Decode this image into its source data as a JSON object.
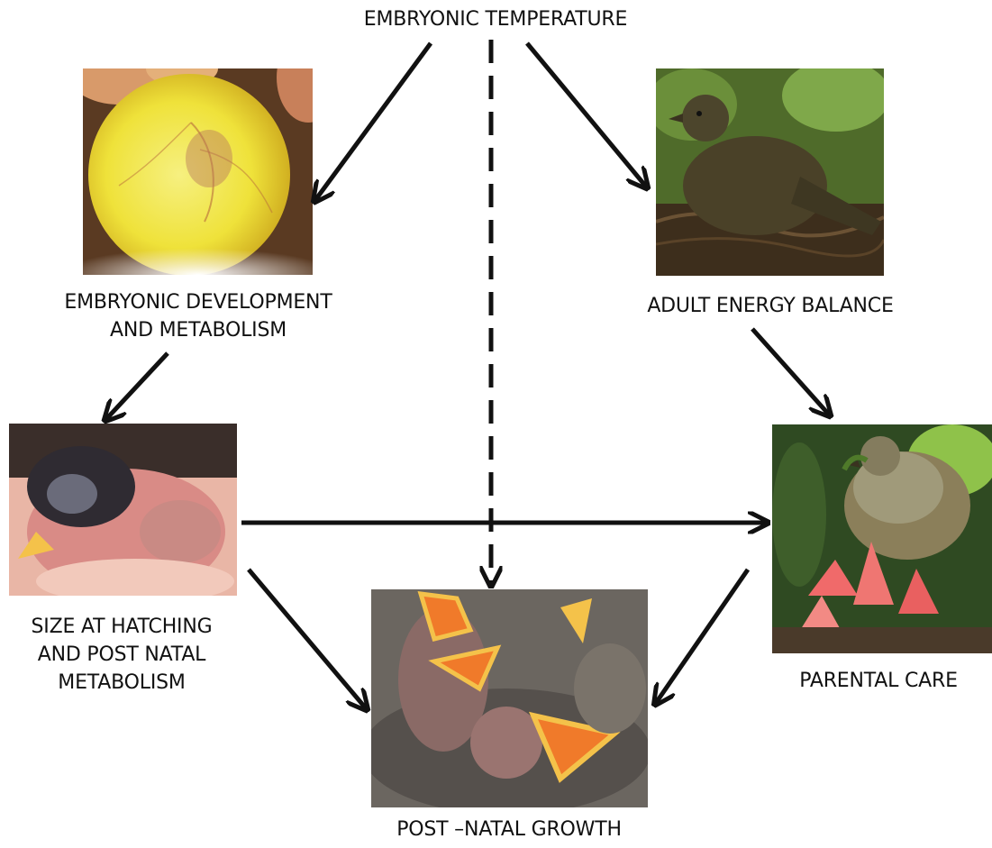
{
  "labels": {
    "top": "EMBRYONIC TEMPERATURE",
    "embryonic_line1": "EMBRYONIC DEVELOPMENT",
    "embryonic_line2": "AND METABOLISM",
    "adult": "ADULT ENERGY BALANCE",
    "size_line1": "SIZE AT HATCHING",
    "size_line2": "AND POST NATAL",
    "size_line3": "METABOLISM",
    "parental": "PARENTAL CARE",
    "growth": "POST –NATAL GROWTH"
  },
  "photos": {
    "egg": "egg-embryo-photo",
    "adult": "adult-bird-on-nest-photo",
    "hatchling": "hatchling-in-hand-photo",
    "parental": "parent-feeding-chicks-photo",
    "growth": "nestlings-begging-photo"
  },
  "colors": {
    "arrow": "#111111",
    "egg_yolk": "#f0e23a",
    "gape": "#f07a2a"
  }
}
